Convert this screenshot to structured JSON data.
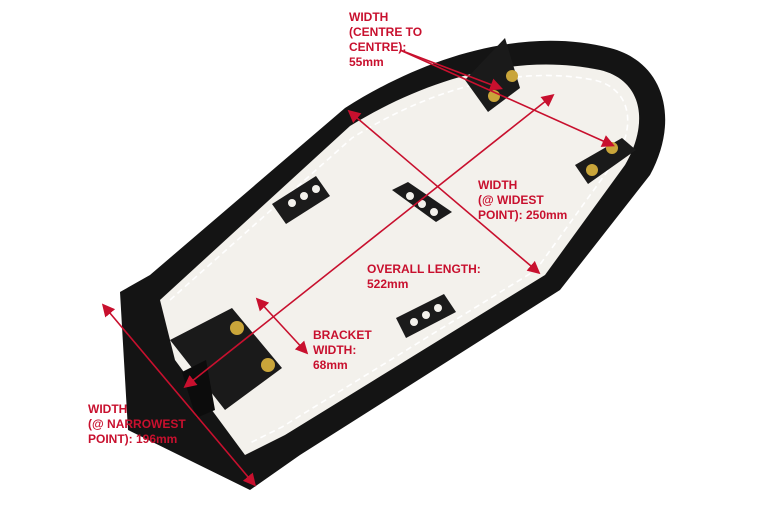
{
  "annotations": {
    "width_centre": "WIDTH\n(CENTRE TO\nCENTRE):\n55mm",
    "width_widest": "WIDTH\n(@ WIDEST\nPOINT): 250mm",
    "overall_length": "OVERALL LENGTH:\n522mm",
    "bracket_width": "BRACKET\nWIDTH:\n68mm",
    "width_narrowest": "WIDTH\n(@ NARROWEST\nPOINT): 196mm"
  },
  "colors": {
    "annotation": "#c8102e",
    "frame": "#111111",
    "foam": "#f3f1ec",
    "bracket": "#1a1a1a",
    "bolt": "#c9a53a"
  }
}
